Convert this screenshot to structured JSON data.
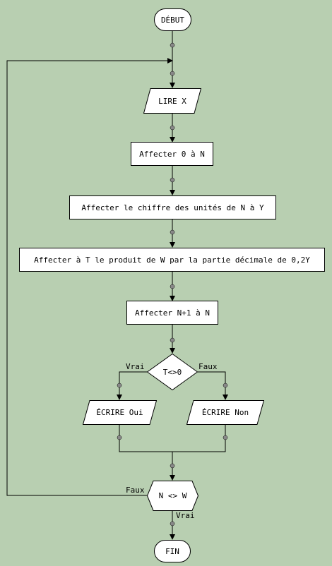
{
  "diagram": {
    "nodes": {
      "start": "DÉBUT",
      "read_x": "LIRE X",
      "assign_n0": "Affecter 0 à N",
      "assign_units": "Affecter le chiffre des unités de N à Y",
      "assign_t": "Affecter à T le produit de W par la partie décimale de 0,2Y",
      "assign_n1": "Affecter N+1 à N",
      "cond_t": "T<>0",
      "write_yes": "ÉCRIRE Oui",
      "write_no": "ÉCRIRE Non",
      "cond_nw": "N <> W",
      "end": "FIN"
    },
    "edge_labels": {
      "true_branch": "Vrai",
      "false_branch": "Faux",
      "loop_false": "Faux",
      "loop_true": "Vrai"
    },
    "colors": {
      "background": "#b8cfb1",
      "node_fill": "#ffffff",
      "stroke": "#000000",
      "connector_dot": "#888888"
    }
  }
}
